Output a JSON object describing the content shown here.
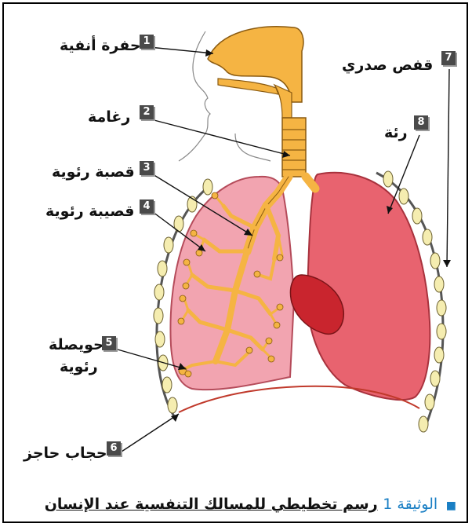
{
  "labels": [
    {
      "num": "1",
      "text": "حفرة أنفية"
    },
    {
      "num": "2",
      "text": "رغامة"
    },
    {
      "num": "3",
      "text": "قصبة رئوية"
    },
    {
      "num": "4",
      "text": "قصيبة رئوية"
    },
    {
      "num": "5",
      "text_line1": "حويصلة",
      "text_line2": "رئوية"
    },
    {
      "num": "6",
      "text": "حجاب حاجز"
    },
    {
      "num": "7",
      "text": "قفص صدري"
    },
    {
      "num": "8",
      "text": "رئة"
    }
  ],
  "caption": {
    "bullet": "■",
    "tag": "الوثيقة 1",
    "text": "رسم تخطيطي للمسالك التنفسية عند الإنسان"
  },
  "colors": {
    "airway": "#f5b443",
    "airway_stroke": "#8a5a10",
    "lung_left": "#f2a4b0",
    "lung_right": "#e8636f",
    "heart": "#c9252e",
    "rib": "#f5edb0",
    "diaphragm": "#c0392b",
    "caption_tag": "#1a7fc4"
  }
}
